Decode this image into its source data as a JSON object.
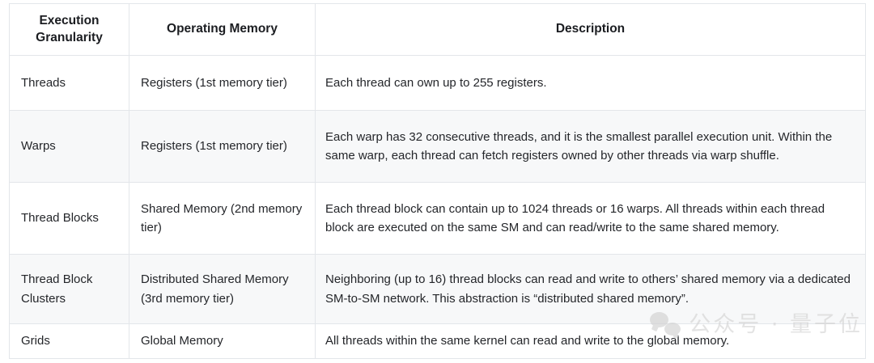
{
  "page": {
    "background_color": "#ffffff",
    "clipped_text_above_table": ""
  },
  "table": {
    "border_color": "#e3e6ea",
    "stripe_color": "#f7f8f9",
    "text_color": "#24262a",
    "header_text_color": "#1b1d21",
    "columns": [
      "Execution Granularity",
      "Operating Memory",
      "Description"
    ],
    "rows": [
      {
        "granularity": "Threads",
        "memory": "Registers (1st memory tier)",
        "description": "Each thread can own up to 255 registers.",
        "striped": false
      },
      {
        "granularity": "Warps",
        "memory": "Registers (1st memory tier)",
        "description": "Each warp has 32 consecutive threads, and it is the smallest parallel execution unit. Within the same warp, each thread can fetch registers owned by other threads via warp shuffle.",
        "striped": true
      },
      {
        "granularity": "Thread Blocks",
        "memory": "Shared Memory (2nd memory tier)",
        "description": "Each thread block can contain up to 1024 threads or 16 warps. All threads within each thread block are executed on the same SM and can read/write to the same shared memory.",
        "striped": false
      },
      {
        "granularity": "Thread Block Clusters",
        "memory": "Distributed Shared Memory (3rd memory tier)",
        "description": "Neighboring (up to 16) thread blocks can read and write to others’ shared memory via a dedicated SM-to-SM network. This abstraction is “distributed shared memory”.",
        "striped": true
      },
      {
        "granularity": "Grids",
        "memory": "Global Memory",
        "description": "All threads within the same kernel can read and write to the global memory.",
        "striped": false
      }
    ]
  },
  "watermark": {
    "text": "公众号 · 量子位",
    "color": "#d2d2d2",
    "logo_icon": "wechat-icon"
  }
}
